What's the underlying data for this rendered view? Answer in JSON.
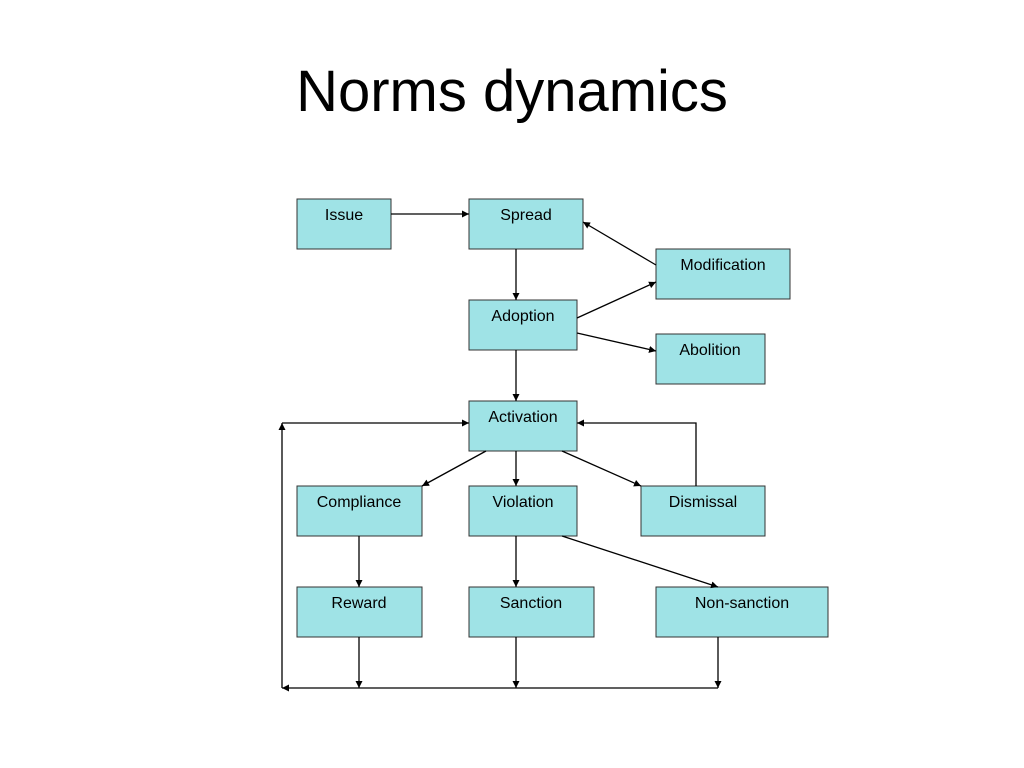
{
  "slide": {
    "title": "Norms dynamics"
  },
  "colors": {
    "node_fill": "#9fe3e6",
    "node_border": "#333333",
    "line": "#000000"
  },
  "diagram": {
    "nodes": {
      "issue": "Issue",
      "spread": "Spread",
      "modification": "Modification",
      "adoption": "Adoption",
      "abolition": "Abolition",
      "activation": "Activation",
      "compliance": "Compliance",
      "violation": "Violation",
      "dismissal": "Dismissal",
      "reward": "Reward",
      "sanction": "Sanction",
      "non_sanction": "Non-sanction"
    }
  }
}
